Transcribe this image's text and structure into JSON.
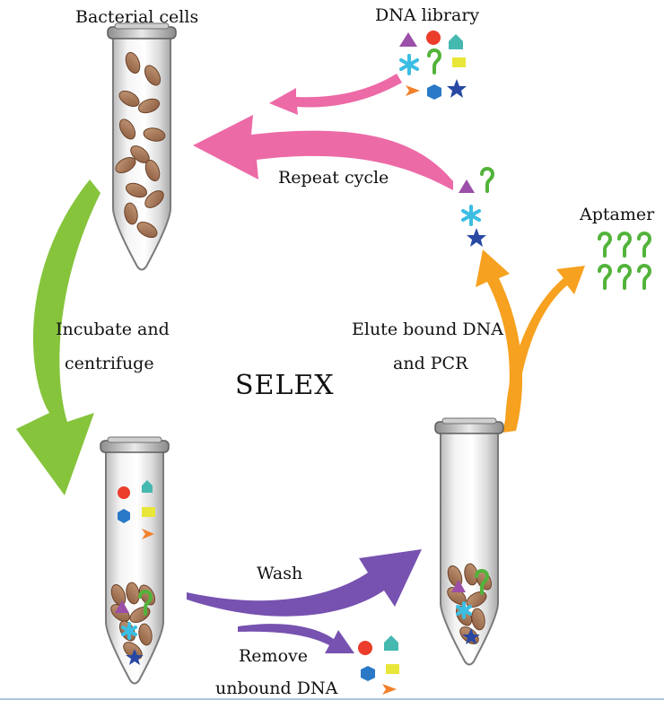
{
  "title": "SELEX",
  "labels": {
    "bacterial_cells": "Bacterial cells",
    "dna_library": "DNA library",
    "repeat_cycle": "Repeat cycle",
    "aptamer": "Aptamer",
    "incubate_1": "Incubate and",
    "incubate_2": "centrifuge",
    "elute_1": "Elute bound DNA",
    "elute_2": "and PCR",
    "wash": "Wash",
    "remove_1": "Remove",
    "remove_2": "unbound DNA"
  },
  "colors": {
    "repeat_arrow": "#ec6aa6",
    "incubate_arrow": "#86c43c",
    "wash_arrow": "#7752b0",
    "elute_arrow": "#f6a11f",
    "triangle": "#9b4fa8",
    "circle": "#ec3c2b",
    "pentagon": "#45b8b0",
    "asterisk": "#3bbde3",
    "hook": "#52b33a",
    "square": "#e9e63a",
    "chevron": "#f3802a",
    "hexagon": "#2a79c7",
    "star": "#2848a4",
    "cell": "#8a5a3e",
    "tube_outline": "#777777"
  }
}
